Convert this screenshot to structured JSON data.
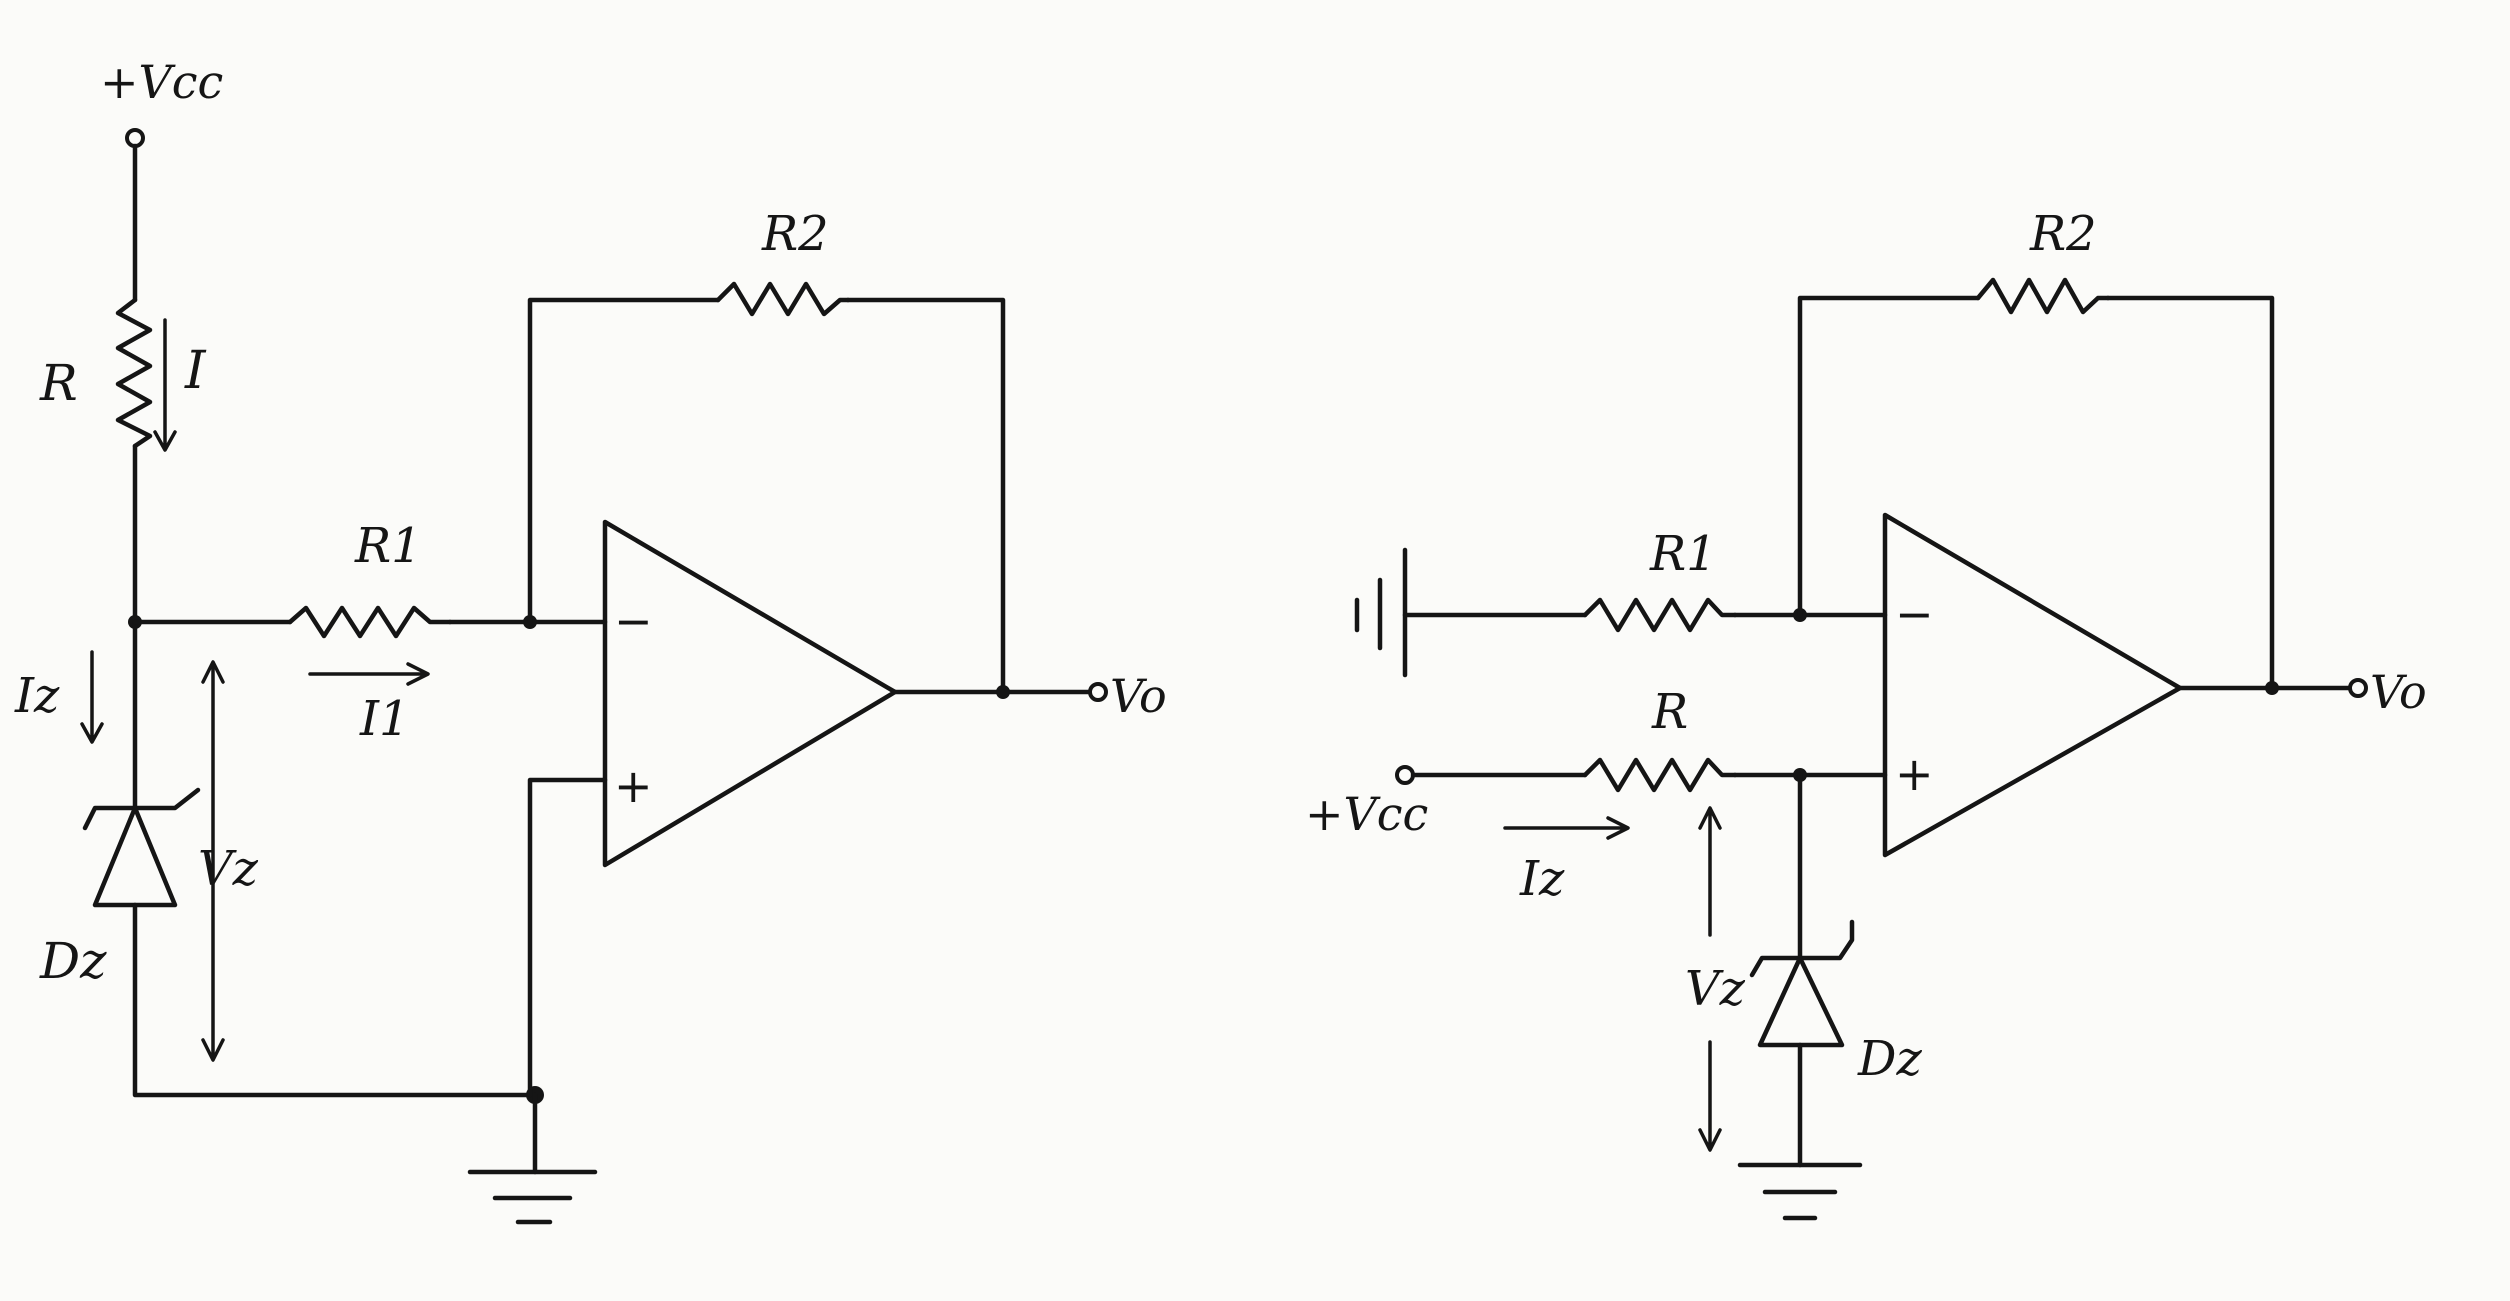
{
  "left_circuit": {
    "supply": "+Vcc",
    "resistor_r": "R",
    "current_i": "I",
    "current_iz": "Iz",
    "zener_voltage": "Vz",
    "zener_diode": "Dz",
    "resistor_r1": "R1",
    "current_i1": "I1",
    "resistor_r2": "R2",
    "opamp_minus": "−",
    "opamp_plus": "+",
    "output": "Vo"
  },
  "right_circuit": {
    "resistor_r1": "R1",
    "resistor_r": "R",
    "supply": "+Vcc",
    "current_iz": "Iz",
    "zener_voltage": "Vz",
    "zener_diode": "Dz",
    "resistor_r2": "R2",
    "opamp_minus": "−",
    "opamp_plus": "+",
    "output": "Vo"
  }
}
